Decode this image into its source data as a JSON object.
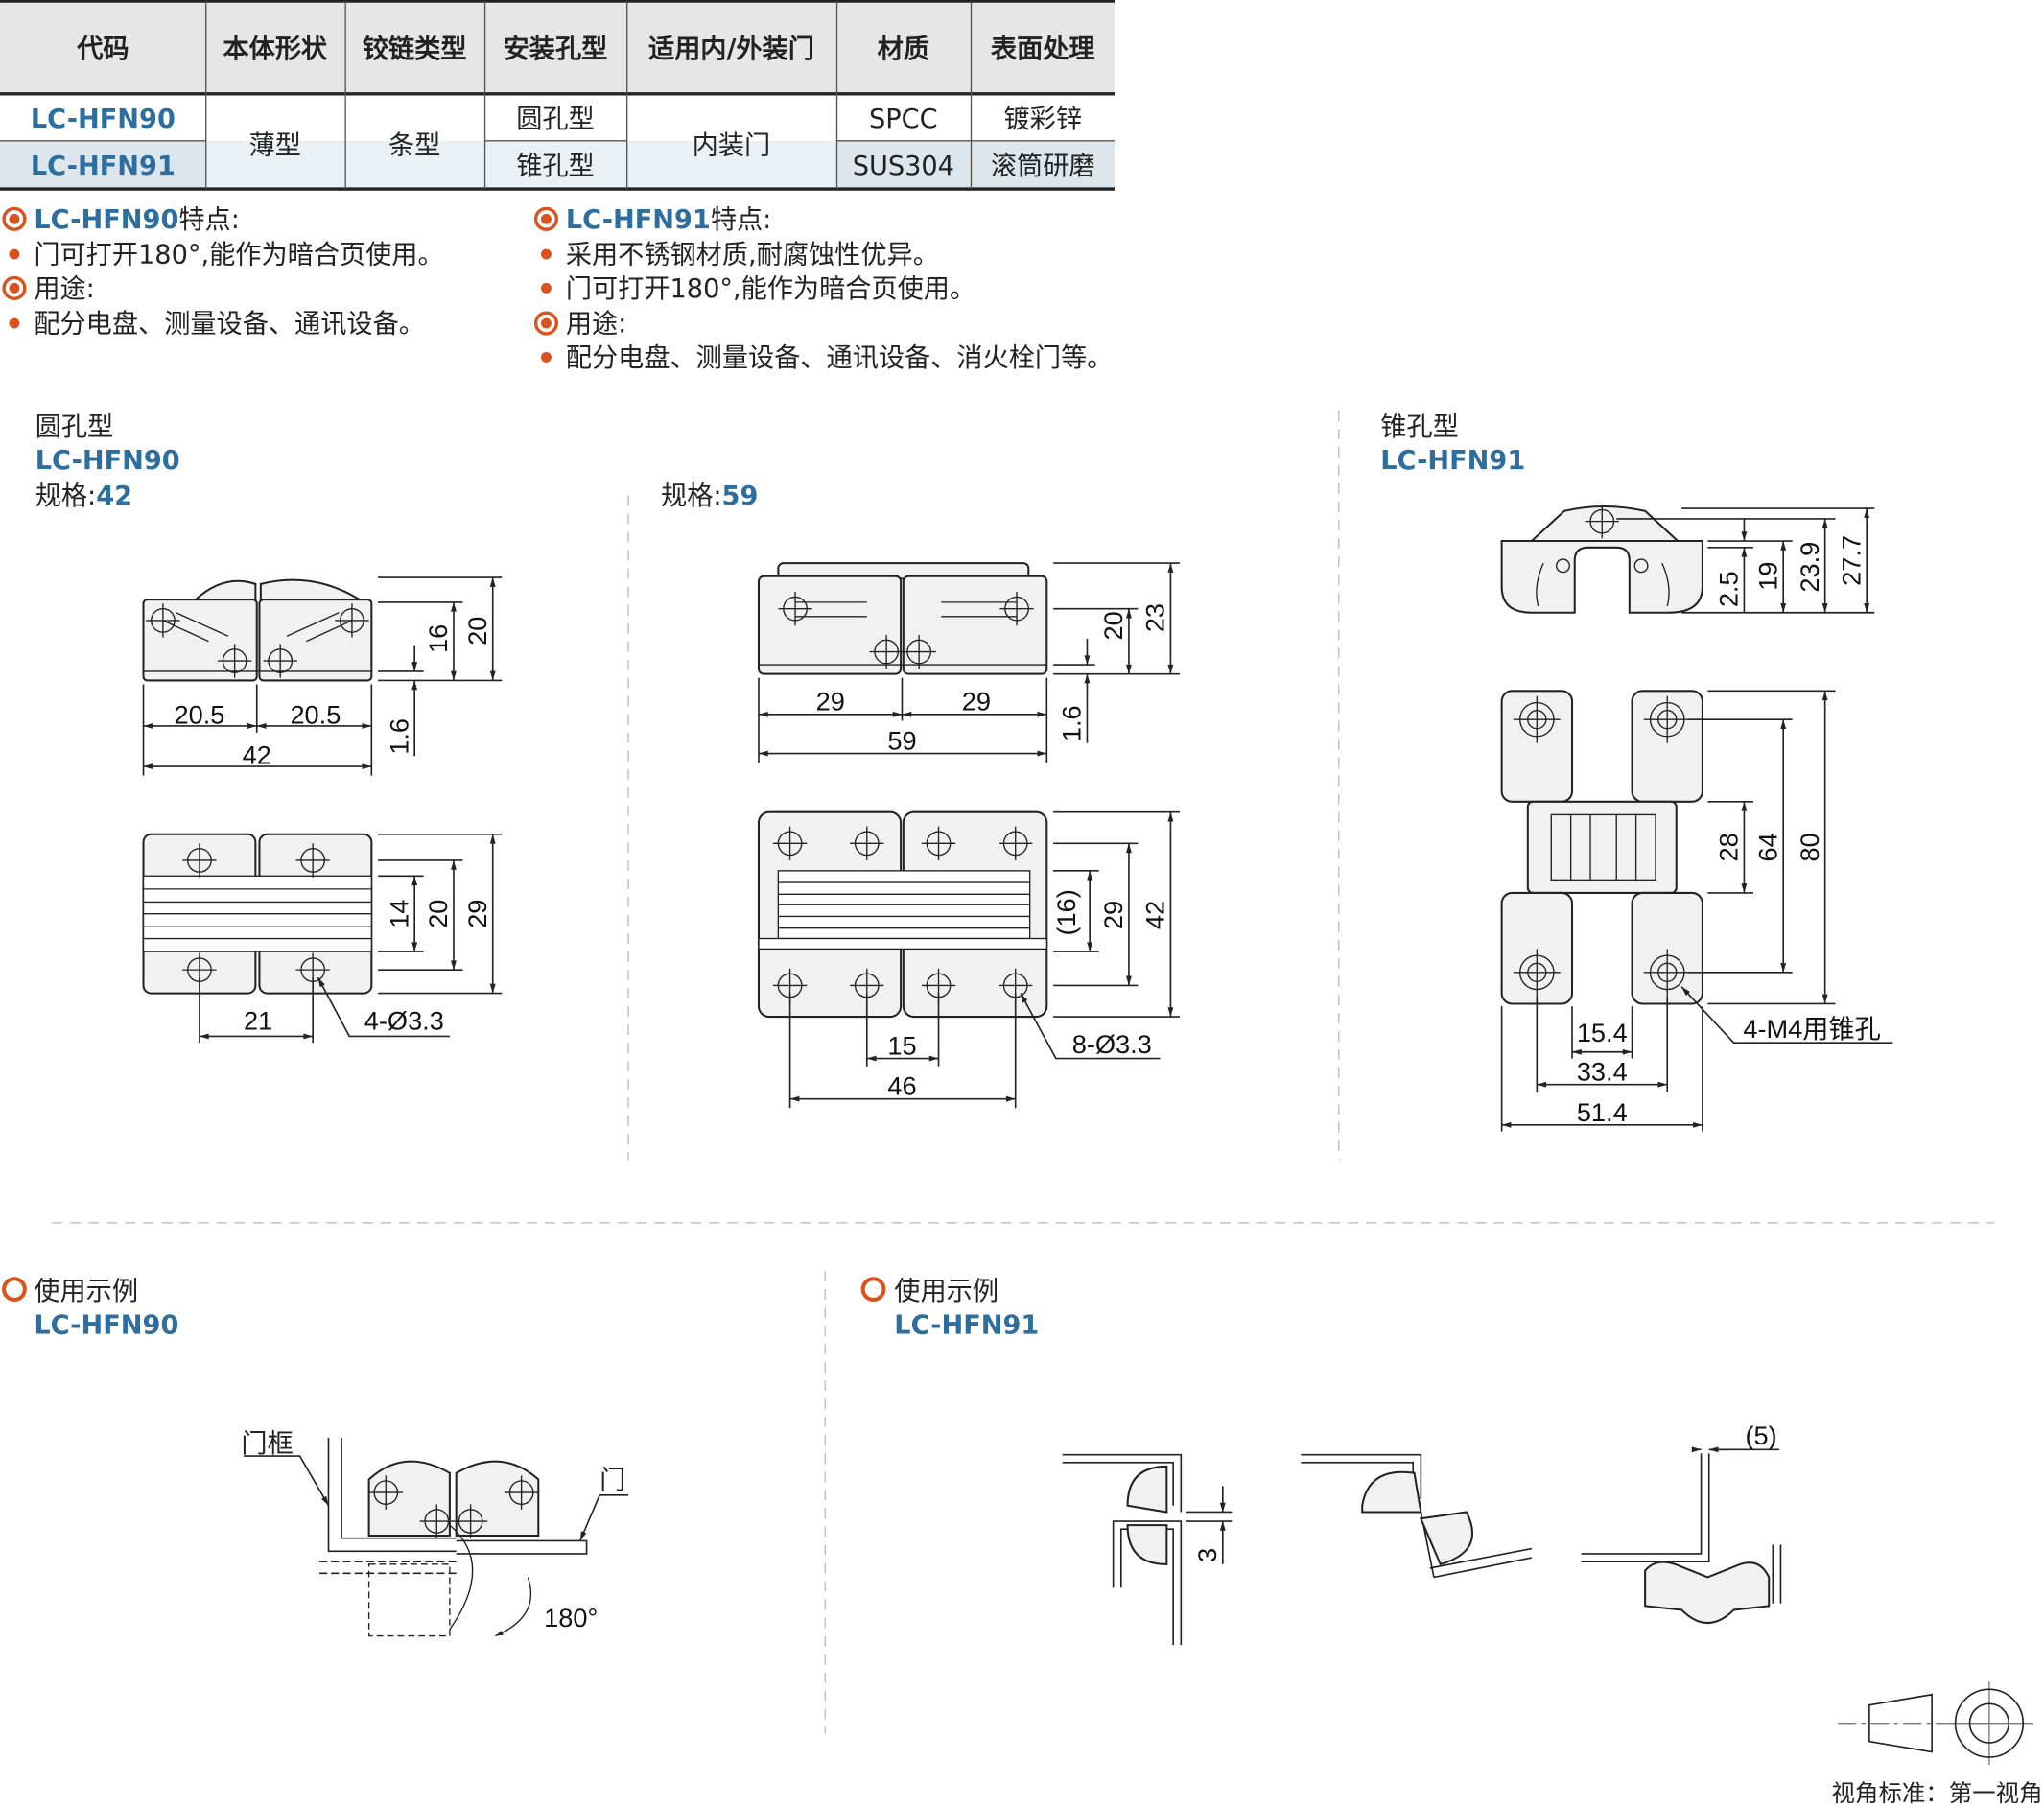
{
  "colors": {
    "accent_blue": "#2e6e9e",
    "bullet_orange": "#d9531e",
    "header_gray": "#e6e6e6",
    "row_blue": "#dce6ec"
  },
  "table": {
    "headers": [
      "代码",
      "本体形状",
      "铰链类型",
      "安装孔型",
      "适用内/外装门",
      "材质",
      "表面处理"
    ],
    "rows": [
      {
        "code": "LC-HFN90",
        "hole": "圆孔型",
        "material": "SPCC",
        "surface": "镀彩锌"
      },
      {
        "code": "LC-HFN91",
        "hole": "锥孔型",
        "material": "SUS304",
        "surface": "滚筒研磨"
      }
    ],
    "shared": {
      "shape": "薄型",
      "hinge_type": "条型",
      "door": "内装门"
    }
  },
  "features": {
    "hfn90": {
      "code": "LC-HFN90",
      "title_suffix": "特点:",
      "items": [
        "门可打开180°,能作为暗合页使用。"
      ],
      "use_title": "用途:",
      "uses": [
        "配分电盘、测量设备、通讯设备。"
      ]
    },
    "hfn91": {
      "code": "LC-HFN91",
      "title_suffix": "特点:",
      "items": [
        "采用不锈钢材质,耐腐蚀性优异。",
        "门可打开180°,能作为暗合页使用。"
      ],
      "use_title": "用途:",
      "uses": [
        "配分电盘、测量设备、通讯设备、消火栓门等。"
      ]
    }
  },
  "drawings": {
    "round": {
      "type": "圆孔型",
      "code": "LC-HFN90",
      "spec_label": "规格:",
      "spec": "42",
      "dims": [
        "20.5",
        "20.5",
        "42",
        "16",
        "20",
        "1.6",
        "21",
        "4-Ø3.3",
        "14",
        "20",
        "29"
      ]
    },
    "spec59": {
      "spec_label": "规格:",
      "spec": "59",
      "dims": [
        "29",
        "29",
        "59",
        "20",
        "23",
        "1.6",
        "(16)",
        "29",
        "42",
        "15",
        "46",
        "8-Ø3.3"
      ]
    },
    "cone": {
      "type": "锥孔型",
      "code": "LC-HFN91",
      "dims": [
        "2.5",
        "19",
        "23.9",
        "27.7",
        "28",
        "64",
        "80",
        "15.4",
        "33.4",
        "51.4",
        "4-M4用锥孔"
      ]
    }
  },
  "usage": {
    "hfn90": {
      "title": "使用示例",
      "code": "LC-HFN90",
      "labels": [
        "门框",
        "门",
        "180°"
      ]
    },
    "hfn91": {
      "title": "使用示例",
      "code": "LC-HFN91",
      "labels": [
        "(5)",
        "3"
      ]
    }
  },
  "view_standard": "视角标准：第一视角"
}
